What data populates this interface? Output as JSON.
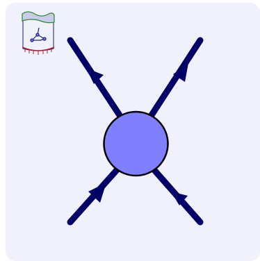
{
  "colors": {
    "background": "#f1f1fd",
    "line": "#000066",
    "vertex_fill": "#8080ff",
    "vertex_stroke": "#000000",
    "logo_green": "#2e8b2e",
    "logo_red": "#b0202a",
    "logo_blue": "#1a1a80",
    "logo_fill": "#c8cce8"
  },
  "diagram": {
    "type": "four-point vertex",
    "legs": [
      {
        "id": "top-left",
        "arrow": "outgoing"
      },
      {
        "id": "top-right",
        "arrow": "outgoing"
      },
      {
        "id": "bottom-left",
        "arrow": "incoming"
      },
      {
        "id": "bottom-right",
        "arrow": "incoming"
      }
    ]
  },
  "logo": {
    "icon": "feynman-diagram-logo"
  }
}
